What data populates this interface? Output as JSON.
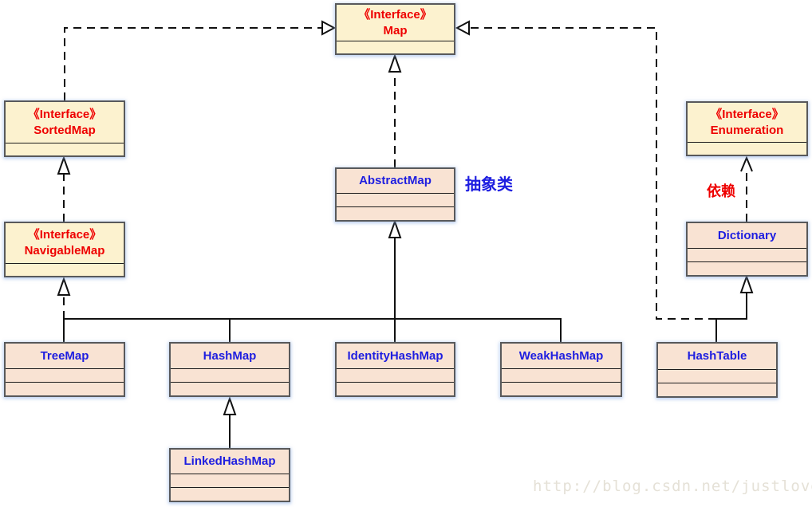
{
  "nodes": {
    "map": {
      "stereotype": "《Interface》",
      "name": "Map"
    },
    "sortedmap": {
      "stereotype": "《Interface》",
      "name": "SortedMap"
    },
    "navigablemap": {
      "stereotype": "《Interface》",
      "name": "NavigableMap"
    },
    "enumeration": {
      "stereotype": "《Interface》",
      "name": "Enumeration"
    },
    "abstractmap": {
      "name": "AbstractMap"
    },
    "dictionary": {
      "name": "Dictionary"
    },
    "treemap": {
      "name": "TreeMap"
    },
    "hashmap": {
      "name": "HashMap"
    },
    "identityhashmap": {
      "name": "IdentityHashMap"
    },
    "weakhashmap": {
      "name": "WeakHashMap"
    },
    "hashtable": {
      "name": "HashTable"
    },
    "linkedhashmap": {
      "name": "LinkedHashMap"
    }
  },
  "annotations": {
    "abstract_class_label": "抽象类",
    "dependency_label": "依赖"
  },
  "watermark": "http://blog.csdn.net/justloveyou_",
  "edges": [
    {
      "from": "SortedMap",
      "to": "Map",
      "style": "dashed",
      "arrow": "hollow-triangle"
    },
    {
      "from": "HashTable",
      "to": "Map",
      "style": "dashed",
      "arrow": "hollow-triangle"
    },
    {
      "from": "AbstractMap",
      "to": "Map",
      "style": "dashed",
      "arrow": "hollow-triangle"
    },
    {
      "from": "NavigableMap",
      "to": "SortedMap",
      "style": "dashed",
      "arrow": "hollow-triangle"
    },
    {
      "from": "TreeMap",
      "to": "NavigableMap",
      "style": "dashed",
      "arrow": "hollow-triangle"
    },
    {
      "from": "TreeMap",
      "to": "AbstractMap",
      "style": "solid",
      "arrow": "hollow-triangle"
    },
    {
      "from": "HashMap",
      "to": "AbstractMap",
      "style": "solid",
      "arrow": "hollow-triangle"
    },
    {
      "from": "IdentityHashMap",
      "to": "AbstractMap",
      "style": "solid",
      "arrow": "hollow-triangle"
    },
    {
      "from": "WeakHashMap",
      "to": "AbstractMap",
      "style": "solid",
      "arrow": "hollow-triangle"
    },
    {
      "from": "LinkedHashMap",
      "to": "HashMap",
      "style": "solid",
      "arrow": "hollow-triangle"
    },
    {
      "from": "HashTable",
      "to": "Dictionary",
      "style": "solid",
      "arrow": "hollow-triangle"
    },
    {
      "from": "Dictionary",
      "to": "Enumeration",
      "style": "dashed",
      "arrow": "open"
    }
  ],
  "colors": {
    "interface_fill": "#FCF2CF",
    "class_fill": "#F9E3D3",
    "red_text": "#EE0000",
    "blue_text": "#1E1EE0",
    "box_border": "#58595B",
    "line": "#111111",
    "watermark_text": "#E5E1D7"
  }
}
